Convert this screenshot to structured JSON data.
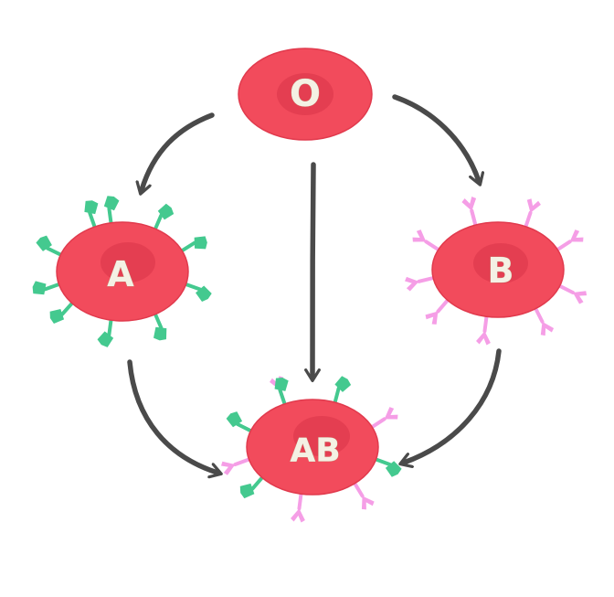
{
  "cells": [
    {
      "id": "o",
      "label": "O",
      "antigens": "none"
    },
    {
      "id": "a",
      "label": "A",
      "antigens": "A"
    },
    {
      "id": "b",
      "label": "B",
      "antigens": "B"
    },
    {
      "id": "ab",
      "label": "AB",
      "antigens": "A+B"
    }
  ],
  "arrows": [
    {
      "from": "O",
      "to": "A"
    },
    {
      "from": "O",
      "to": "B"
    },
    {
      "from": "O",
      "to": "AB"
    },
    {
      "from": "A",
      "to": "AB"
    },
    {
      "from": "B",
      "to": "AB"
    }
  ],
  "colors": {
    "cell_fill": "#f24b5c",
    "cell_edge": "#e13a4d",
    "cell_core": "#d93448",
    "label_fill": "#f4f1e4",
    "antigen_a": "#44c98f",
    "antigen_b": "#f59ee6",
    "arrow": "#4a4a4a"
  }
}
